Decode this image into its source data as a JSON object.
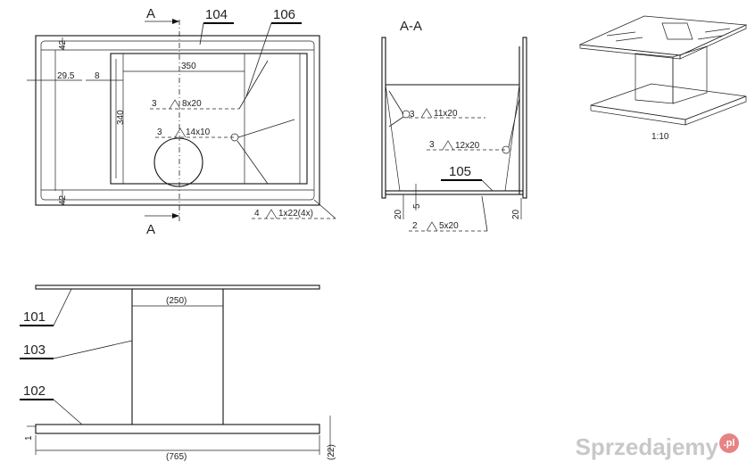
{
  "top_view": {
    "section_top": "A",
    "section_bottom": "A",
    "part_104": "104",
    "part_106": "106",
    "dims": {
      "d42_top": "42",
      "d42_bottom": "42",
      "d29_5": "29.5",
      "d8": "8",
      "d350": "350",
      "d340": "340"
    },
    "welds": {
      "w1_num": "3",
      "w1_spec": "8x20",
      "w2_num": "3",
      "w2_spec": "14x10",
      "w3_num": "4",
      "w3_spec": "1x22(4x)"
    }
  },
  "section_view": {
    "title": "A-A",
    "part_105": "105",
    "welds": {
      "w1_num": "3",
      "w1_spec": "11x20",
      "w2_num": "3",
      "w2_spec": "12x20",
      "w3_num": "2",
      "w3_spec": "5x20"
    },
    "dims": {
      "d20_left": "20",
      "d5": "5",
      "d20_right": "20"
    }
  },
  "iso_view": {
    "scale": "1:10"
  },
  "front_view": {
    "part_101": "101",
    "part_103": "103",
    "part_102": "102",
    "dims": {
      "d250": "(250)",
      "d765": "(765)",
      "d22": "(22)",
      "d1": "1"
    }
  },
  "watermark": {
    "text": "Sprzedajemy",
    "badge": ".pl"
  }
}
